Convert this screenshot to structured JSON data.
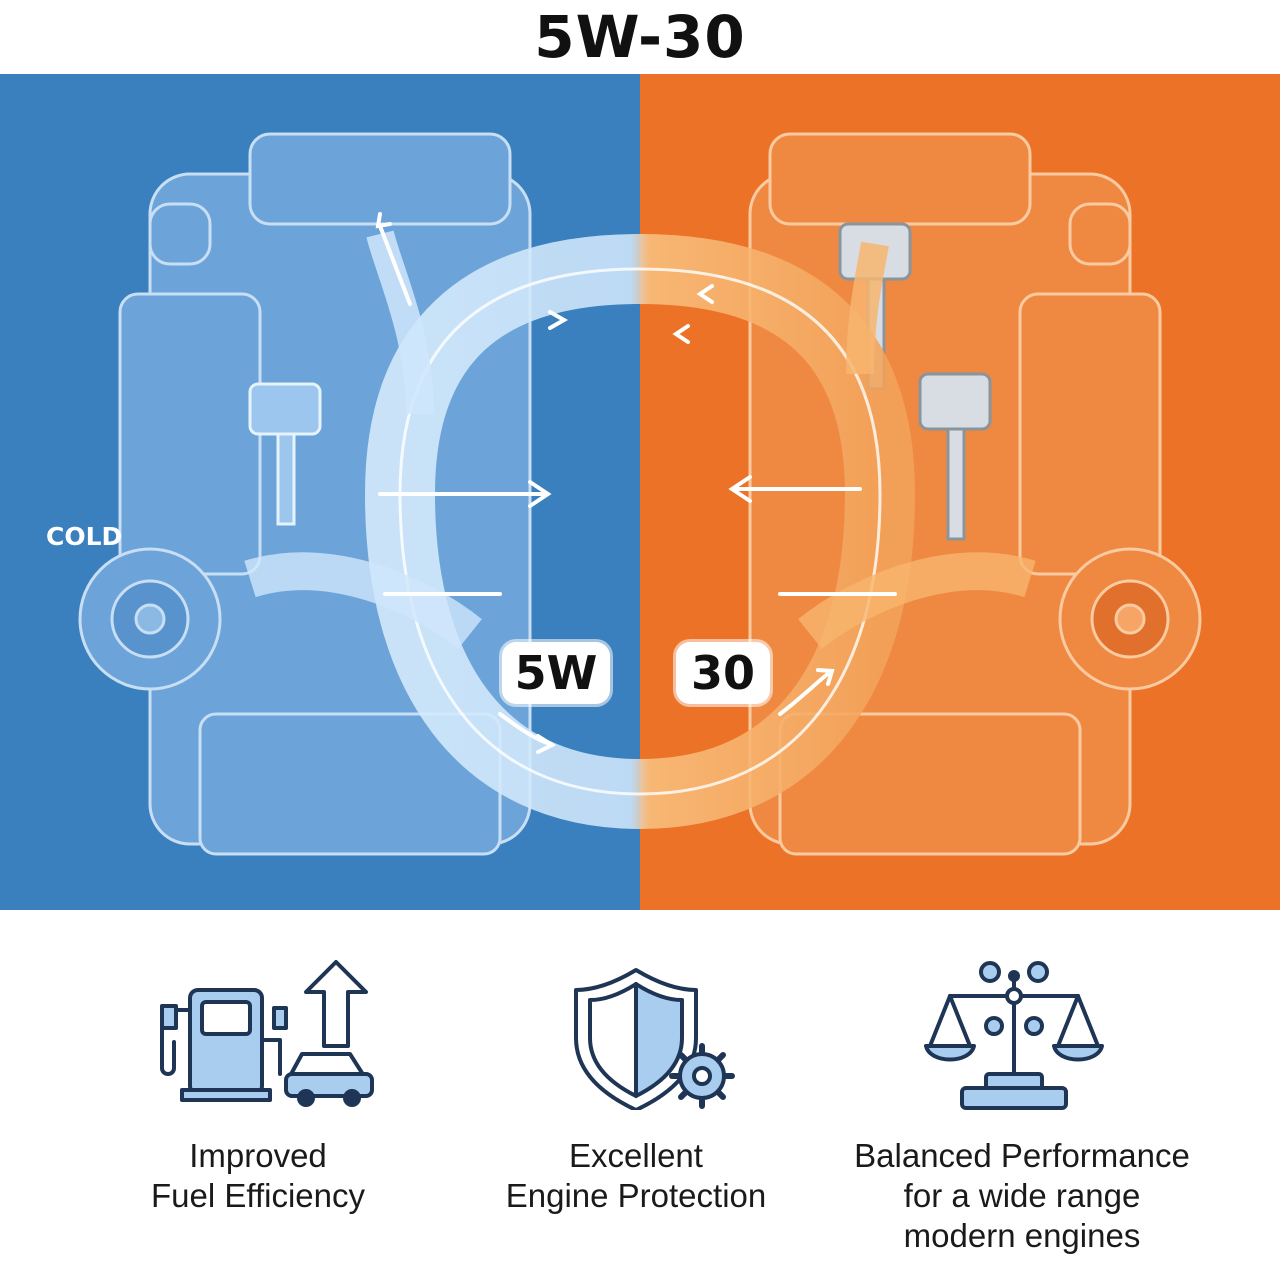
{
  "header": {
    "title": "5W-30"
  },
  "diagram": {
    "cold_label": "COLD",
    "winter_grade": "5W",
    "hot_grade": "30",
    "colors": {
      "cold": "#3a7fbe",
      "hot": "#ec7228",
      "oil_cold": "#cfe6fb",
      "oil_hot": "#f7b56e"
    }
  },
  "benefits": [
    {
      "icon": "fuel-pump-car-arrow-icon",
      "line1": "Improved",
      "line2": "Fuel Efficiency"
    },
    {
      "icon": "shield-gear-icon",
      "line1": "Excellent",
      "line2": "Engine Protection"
    },
    {
      "icon": "balance-scale-gears-icon",
      "line1": "Balanced Performance",
      "line2": "for a wide range",
      "line3": "modern engines"
    }
  ]
}
